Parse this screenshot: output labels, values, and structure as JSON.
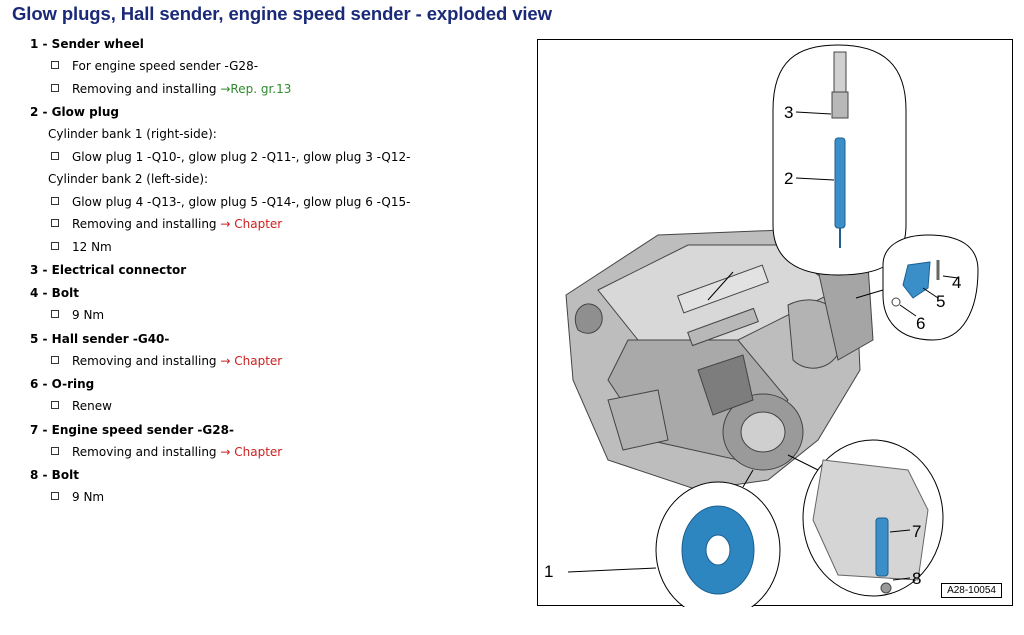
{
  "title": "Glow plugs, Hall sender, engine speed sender - exploded view",
  "parts": [
    {
      "title": "1 - Sender wheel",
      "rows": [
        {
          "bullet": true,
          "text": "For engine speed sender -G28-"
        },
        {
          "bullet": true,
          "text": "Removing and installing ",
          "link": "→Rep. gr.13",
          "link_style": "green"
        }
      ]
    },
    {
      "title": "2 - Glow plug",
      "rows": [
        {
          "bullet": false,
          "text": "Cylinder bank 1 (right-side):"
        },
        {
          "bullet": true,
          "text": "Glow plug 1 -Q10-, glow plug 2 -Q11-, glow plug 3 -Q12-"
        },
        {
          "bullet": false,
          "text": "Cylinder bank 2 (left-side):"
        },
        {
          "bullet": true,
          "text": "Glow plug 4 -Q13-, glow plug 5 -Q14-, glow plug 6 -Q15-"
        },
        {
          "bullet": true,
          "text": "Removing and installing ",
          "link": "→ Chapter",
          "link_style": "red"
        },
        {
          "bullet": true,
          "text": "12 Nm"
        }
      ]
    },
    {
      "title": "3 - Electrical connector",
      "rows": []
    },
    {
      "title": "4 - Bolt",
      "rows": [
        {
          "bullet": true,
          "text": "9 Nm"
        }
      ]
    },
    {
      "title": "5 - Hall sender -G40-",
      "rows": [
        {
          "bullet": true,
          "text": "Removing and installing ",
          "link": "→ Chapter",
          "link_style": "red"
        }
      ]
    },
    {
      "title": "6 - O-ring",
      "rows": [
        {
          "bullet": true,
          "text": "Renew"
        }
      ]
    },
    {
      "title": "7 - Engine speed sender -G28-",
      "rows": [
        {
          "bullet": true,
          "text": "Removing and installing ",
          "link": "→ Chapter",
          "link_style": "red"
        }
      ]
    },
    {
      "title": "8 - Bolt",
      "rows": [
        {
          "bullet": true,
          "text": "9 Nm"
        }
      ]
    }
  ],
  "figure": {
    "callouts": [
      "1",
      "2",
      "3",
      "4",
      "5",
      "6",
      "7",
      "8"
    ],
    "figure_id": "A28-10054"
  }
}
